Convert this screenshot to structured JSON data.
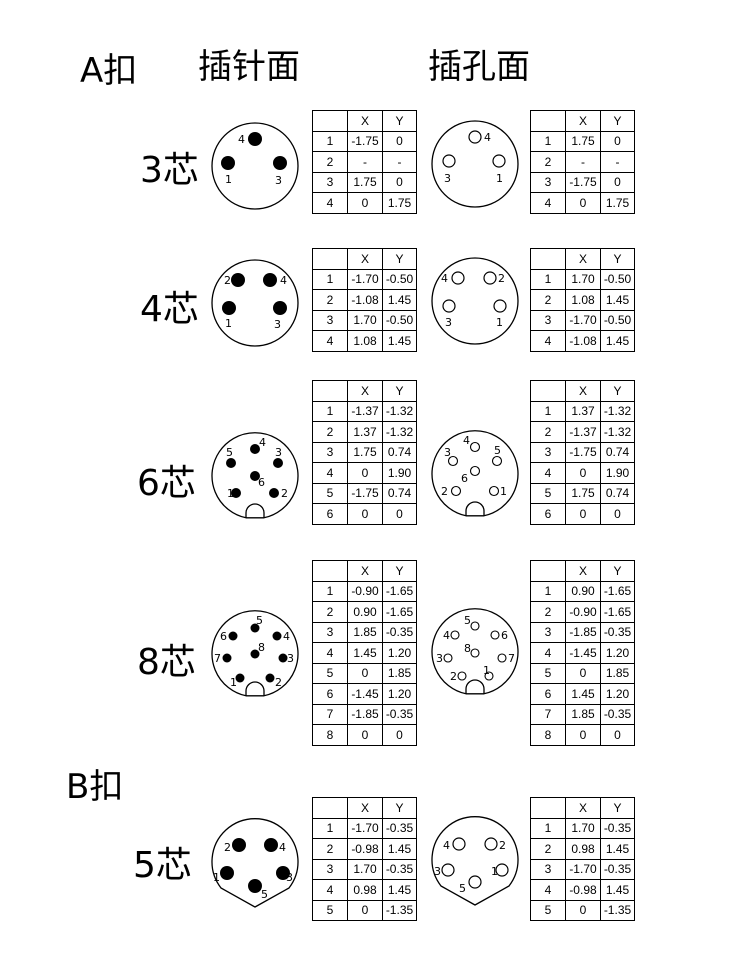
{
  "labels": {
    "a_buckle": "A扣",
    "b_buckle": "B扣",
    "pin_face": "插针面",
    "socket_face": "插孔面"
  },
  "table_header": {
    "x": "X",
    "y": "Y"
  },
  "connectors": [
    {
      "id": "3",
      "core_label": "3芯",
      "pin_rows": [
        [
          "1",
          "-1.75",
          "0"
        ],
        [
          "2",
          "-",
          "-"
        ],
        [
          "3",
          "1.75",
          "0"
        ],
        [
          "4",
          "0",
          "1.75"
        ]
      ],
      "socket_rows": [
        [
          "1",
          "1.75",
          "0"
        ],
        [
          "2",
          "-",
          "-"
        ],
        [
          "3",
          "-1.75",
          "0"
        ],
        [
          "4",
          "0",
          "1.75"
        ]
      ],
      "pin_face_labels": [
        "4",
        "1",
        "3"
      ],
      "socket_face_labels": [
        "4",
        "3",
        "1"
      ]
    },
    {
      "id": "4",
      "core_label": "4芯",
      "pin_rows": [
        [
          "1",
          "-1.70",
          "-0.50"
        ],
        [
          "2",
          "-1.08",
          "1.45"
        ],
        [
          "3",
          "1.70",
          "-0.50"
        ],
        [
          "4",
          "1.08",
          "1.45"
        ]
      ],
      "socket_rows": [
        [
          "1",
          "1.70",
          "-0.50"
        ],
        [
          "2",
          "1.08",
          "1.45"
        ],
        [
          "3",
          "-1.70",
          "-0.50"
        ],
        [
          "4",
          "-1.08",
          "1.45"
        ]
      ],
      "pin_face_labels": [
        "2",
        "4",
        "1",
        "3"
      ],
      "socket_face_labels": [
        "4",
        "2",
        "3",
        "1"
      ]
    },
    {
      "id": "6",
      "core_label": "6芯",
      "pin_rows": [
        [
          "1",
          "-1.37",
          "-1.32"
        ],
        [
          "2",
          "1.37",
          "-1.32"
        ],
        [
          "3",
          "1.75",
          "0.74"
        ],
        [
          "4",
          "0",
          "1.90"
        ],
        [
          "5",
          "-1.75",
          "0.74"
        ],
        [
          "6",
          "0",
          "0"
        ]
      ],
      "socket_rows": [
        [
          "1",
          "1.37",
          "-1.32"
        ],
        [
          "2",
          "-1.37",
          "-1.32"
        ],
        [
          "3",
          "-1.75",
          "0.74"
        ],
        [
          "4",
          "0",
          "1.90"
        ],
        [
          "5",
          "1.75",
          "0.74"
        ],
        [
          "6",
          "0",
          "0"
        ]
      ],
      "pin_face_labels": [
        "4",
        "5",
        "3",
        "6",
        "1",
        "2"
      ],
      "socket_face_labels": [
        "4",
        "3",
        "5",
        "6",
        "2",
        "1"
      ]
    },
    {
      "id": "8",
      "core_label": "8芯",
      "pin_rows": [
        [
          "1",
          "-0.90",
          "-1.65"
        ],
        [
          "2",
          "0.90",
          "-1.65"
        ],
        [
          "3",
          "1.85",
          "-0.35"
        ],
        [
          "4",
          "1.45",
          "1.20"
        ],
        [
          "5",
          "0",
          "1.85"
        ],
        [
          "6",
          "-1.45",
          "1.20"
        ],
        [
          "7",
          "-1.85",
          "-0.35"
        ],
        [
          "8",
          "0",
          "0"
        ]
      ],
      "socket_rows": [
        [
          "1",
          "0.90",
          "-1.65"
        ],
        [
          "2",
          "-0.90",
          "-1.65"
        ],
        [
          "3",
          "-1.85",
          "-0.35"
        ],
        [
          "4",
          "-1.45",
          "1.20"
        ],
        [
          "5",
          "0",
          "1.85"
        ],
        [
          "6",
          "1.45",
          "1.20"
        ],
        [
          "7",
          "1.85",
          "-0.35"
        ],
        [
          "8",
          "0",
          "0"
        ]
      ],
      "pin_face_labels": [
        "5",
        "6",
        "4",
        "8",
        "7",
        "3",
        "1",
        "2"
      ],
      "socket_face_labels": [
        "5",
        "4",
        "6",
        "8",
        "3",
        "7",
        "2",
        "1"
      ]
    },
    {
      "id": "5",
      "core_label": "5芯",
      "pin_rows": [
        [
          "1",
          "-1.70",
          "-0.35"
        ],
        [
          "2",
          "-0.98",
          "1.45"
        ],
        [
          "3",
          "1.70",
          "-0.35"
        ],
        [
          "4",
          "0.98",
          "1.45"
        ],
        [
          "5",
          "0",
          "-1.35"
        ]
      ],
      "socket_rows": [
        [
          "1",
          "1.70",
          "-0.35"
        ],
        [
          "2",
          "0.98",
          "1.45"
        ],
        [
          "3",
          "-1.70",
          "-0.35"
        ],
        [
          "4",
          "-0.98",
          "1.45"
        ],
        [
          "5",
          "0",
          "-1.35"
        ]
      ],
      "pin_face_labels": [
        "2",
        "4",
        "1",
        "3",
        "5"
      ],
      "socket_face_labels": [
        "4",
        "2",
        "3",
        "1",
        "5"
      ]
    }
  ]
}
